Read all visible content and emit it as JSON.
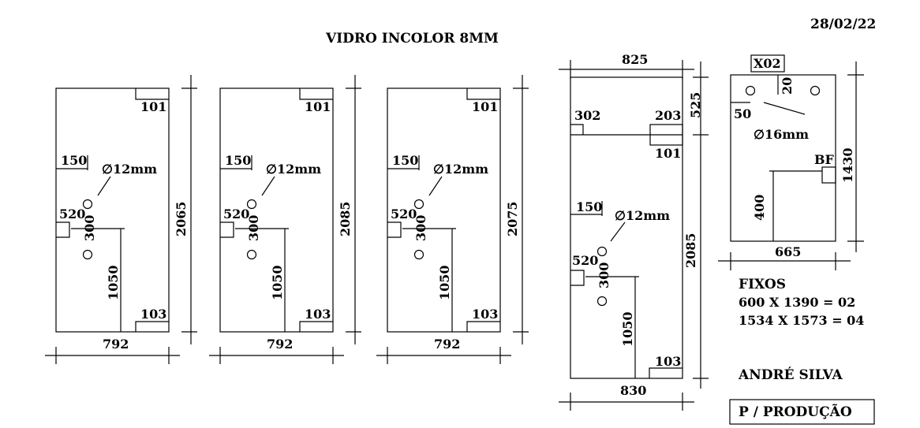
{
  "date": "28/02/22",
  "title": "VIDRO INCOLOR 8MM",
  "panels": [
    {
      "width": "792",
      "height": "2065",
      "top_notch": "101",
      "bottom_notch": "103",
      "hole_offset": "150",
      "hole_diameter": "∅12mm",
      "notch_position": "520",
      "hole_spacing": "300",
      "notch_height": "1050"
    },
    {
      "width": "792",
      "height": "2085",
      "top_notch": "101",
      "bottom_notch": "103",
      "hole_offset": "150",
      "hole_diameter": "∅12mm",
      "notch_position": "520",
      "hole_spacing": "300",
      "notch_height": "1050"
    },
    {
      "width": "792",
      "height": "2075",
      "top_notch": "101",
      "bottom_notch": "103",
      "hole_offset": "150",
      "hole_diameter": "∅12mm",
      "notch_position": "520",
      "hole_spacing": "300",
      "notch_height": "1050"
    }
  ],
  "tall_panel": {
    "top_width": "825",
    "bottom_width": "830",
    "top_section": "525",
    "height": "2085",
    "left_notch": "302",
    "right_notch_top": "203",
    "right_notch_bottom": "101",
    "hole_offset": "150",
    "hole_diameter": "∅12mm",
    "notch_position": "520",
    "hole_spacing": "300",
    "notch_height": "1050",
    "bottom_notch": "103"
  },
  "small_panel": {
    "tag": "X02",
    "top_offset": "20",
    "side_offset": "50",
    "hole_diameter": "∅16mm",
    "bf_label": "BF",
    "bf_height": "400",
    "width": "665",
    "height": "1430"
  },
  "fixos": {
    "heading": "FIXOS",
    "line1": "600 X 1390 = 02",
    "line2": "1534 X 1573 = 04"
  },
  "author": "ANDRÉ SILVA",
  "production_label": "P / PRODUÇÃO"
}
